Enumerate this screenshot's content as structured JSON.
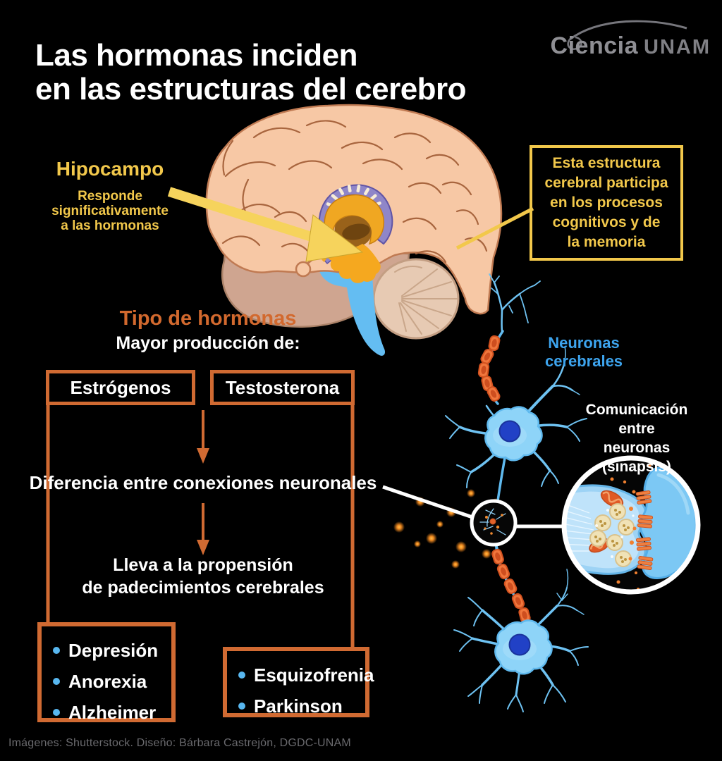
{
  "colors": {
    "background": "#000000",
    "accent_yellow": "#f2c84b",
    "accent_orange": "#d2692e",
    "accent_blue": "#3da4ee",
    "neuron_blue": "#8ed4f8",
    "credits_gray": "#6a6a6e"
  },
  "header": {
    "title": "Las hormonas inciden\nen las estructuras del cerebro",
    "logo": {
      "ciencia": "Ciencia",
      "unam": "UNAM"
    }
  },
  "hippocampus_label": {
    "title": "Hipocampo",
    "description": "Responde\nsignificativamente\na las hormonas"
  },
  "callout_box": {
    "text": "Esta estructura\ncerebral participa\nen los procesos\ncognitivos y de\nla memoria"
  },
  "hormones": {
    "heading": "Tipo de hormonas",
    "subheading": "Mayor producción de:",
    "types": [
      "Estrógenos",
      "Testosterona"
    ]
  },
  "flow": {
    "step1": "Diferencia entre conexiones neuronales",
    "step2": "Lleva a la propensión\nde padecimientos cerebrales"
  },
  "conditions": {
    "left": [
      "Depresión",
      "Anorexia",
      "Alzheimer"
    ],
    "right": [
      "Esquizofrenia",
      "Parkinson"
    ]
  },
  "neurons": {
    "label": "Neuronas cerebrales",
    "synapse_caption": "Comunicación\nentre neuronas\n(sinapsis)"
  },
  "footer": {
    "credits": "Imágenes: Shutterstock. Diseño: Bárbara Castrejón, DGDC-UNAM"
  }
}
